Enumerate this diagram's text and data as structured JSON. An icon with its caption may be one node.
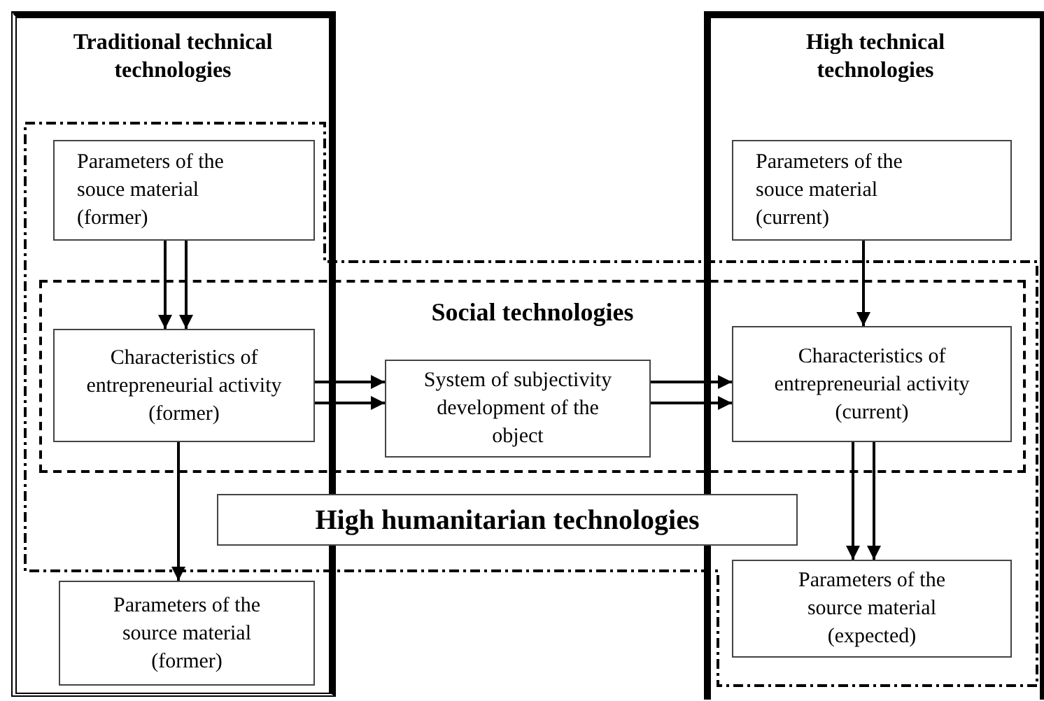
{
  "diagram": {
    "nodes": [
      {
        "text": [
          "Traditional technical technologies"
        ]
      },
      {
        "text": [
          "High technical technologies"
        ]
      },
      {
        "text": [
          "Social technologies"
        ]
      },
      {
        "text": [
          "Parameters of the souce material (former)"
        ],
        "in": 0
      },
      {
        "text": [
          "Characteristics of entrepreneurial activity (former)"
        ]
      },
      {
        "text": [
          "System of subjectivity development of the object"
        ],
        "in": 2
      },
      {
        "text": [
          "Parameters of the souce material (current)"
        ],
        "in": 1
      },
      {
        "text": [
          "Characteristics of entrepreneurial activity (current)"
        ]
      },
      {
        "text": [
          "High humanitarian technologies"
        ]
      },
      {
        "text": [
          "Parameters of the source material (former)"
        ],
        "in": 0
      },
      {
        "text": [
          "Parameters of the source material (expected)"
        ],
        "in": 1
      }
    ],
    "edges": [
      {
        "from": 3,
        "to": 4,
        "arrow": "to"
      },
      {
        "from": 3,
        "to": 4,
        "arrow": "to"
      },
      {
        "from": 4,
        "to": 5,
        "arrow": "to"
      },
      {
        "from": 4,
        "to": 5,
        "arrow": "to"
      },
      {
        "from": 5,
        "to": 7,
        "arrow": "to"
      },
      {
        "from": 5,
        "to": 7,
        "arrow": "to"
      },
      {
        "from": 6,
        "to": 7,
        "arrow": "to"
      },
      {
        "from": 7,
        "to": 10,
        "arrow": "to"
      },
      {
        "from": 7,
        "to": 10,
        "arrow": "to"
      },
      {
        "from": 4,
        "to": 9,
        "arrow": "to"
      }
    ]
  }
}
